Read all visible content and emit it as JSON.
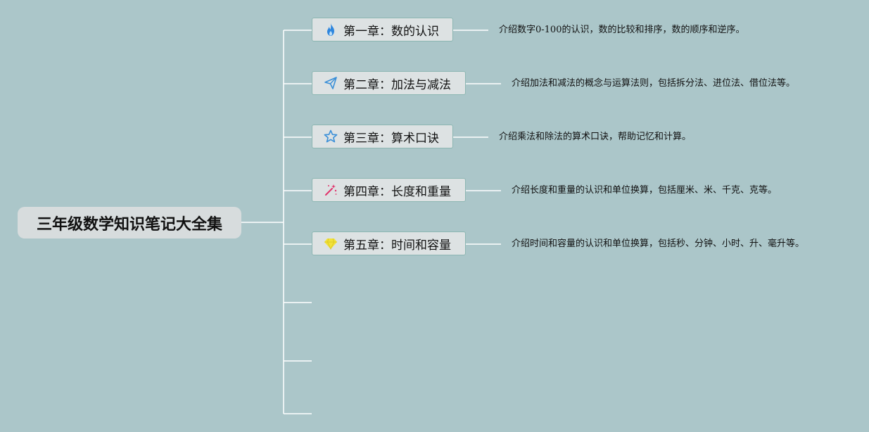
{
  "root": {
    "title": "三年级数学知识笔记大全集"
  },
  "chapters": [
    {
      "title": "第一章：数的认识",
      "icon": "flame-icon",
      "icon_color": "#2e86de",
      "description": "介绍数字0-100的认识，数的比较和排序，数的顺序和逆序。"
    },
    {
      "title": "第二章：加法与减法",
      "icon": "paper-plane-icon",
      "icon_color": "#3a8fd8",
      "description": "介绍加法和减法的概念与运算法则，包括拆分法、进位法、借位法等。"
    },
    {
      "title": "第三章：算术口诀",
      "icon": "star-icon",
      "icon_color": "#3a8fd8",
      "description": "介绍乘法和除法的算术口诀，帮助记忆和计算。"
    },
    {
      "title": "第四章：长度和重量",
      "icon": "magic-wand-icon",
      "icon_color": "#e0336b",
      "description": "介绍长度和重量的认识和单位换算，包括厘米、米、千克、克等。"
    },
    {
      "title": "第五章：时间和容量",
      "icon": "gem-icon",
      "icon_color": "#f2e23a",
      "description": "介绍时间和容量的认识和单位换算，包括秒、分钟、小时、升、毫升等。"
    }
  ],
  "empty_branches": 3,
  "colors": {
    "background": "#abc6c9",
    "connector": "#ffffff",
    "node_border": "#8cb6b2"
  }
}
